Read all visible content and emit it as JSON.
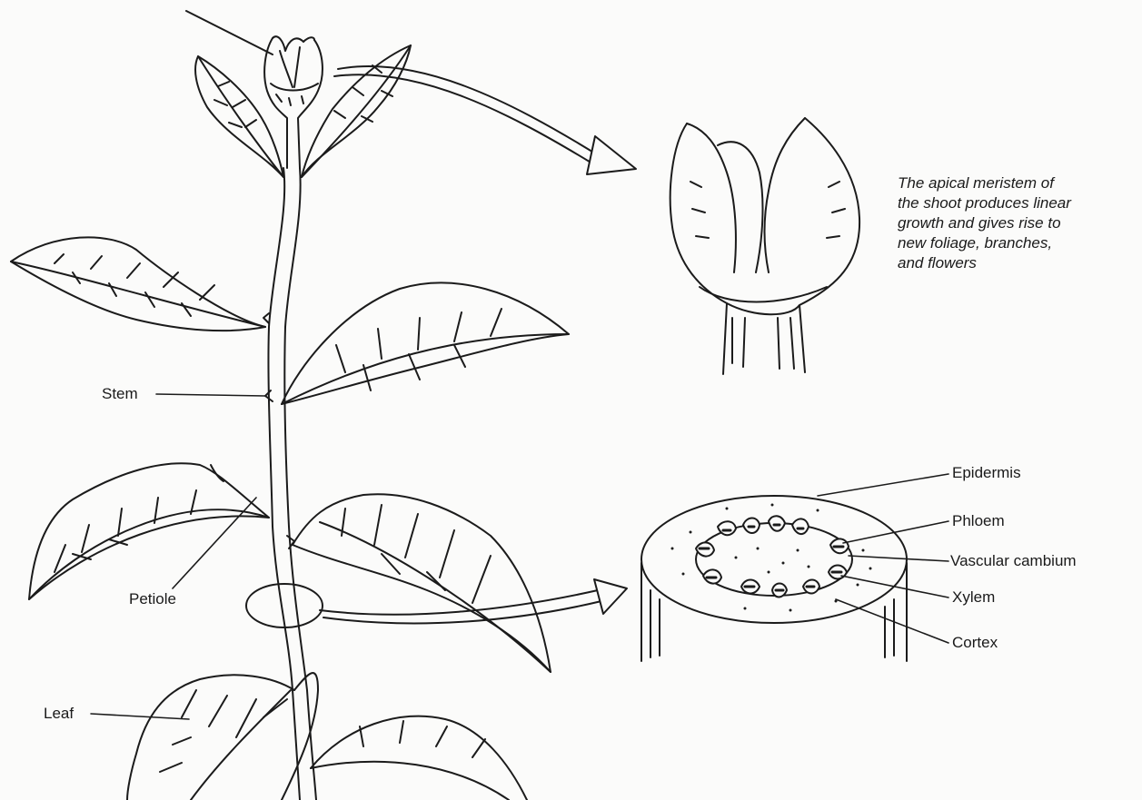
{
  "labels": {
    "stem": "Stem",
    "petiole": "Petiole",
    "leaf": "Leaf",
    "epidermis": "Epidermis",
    "phloem": "Phloem",
    "vascular_cambium": "Vascular cambium",
    "xylem": "Xylem",
    "cortex": "Cortex"
  },
  "caption": {
    "lines": [
      "The apical meristem of",
      "the shoot produces linear",
      "growth and gives rise to",
      "new foliage, branches,",
      "and flowers"
    ]
  }
}
